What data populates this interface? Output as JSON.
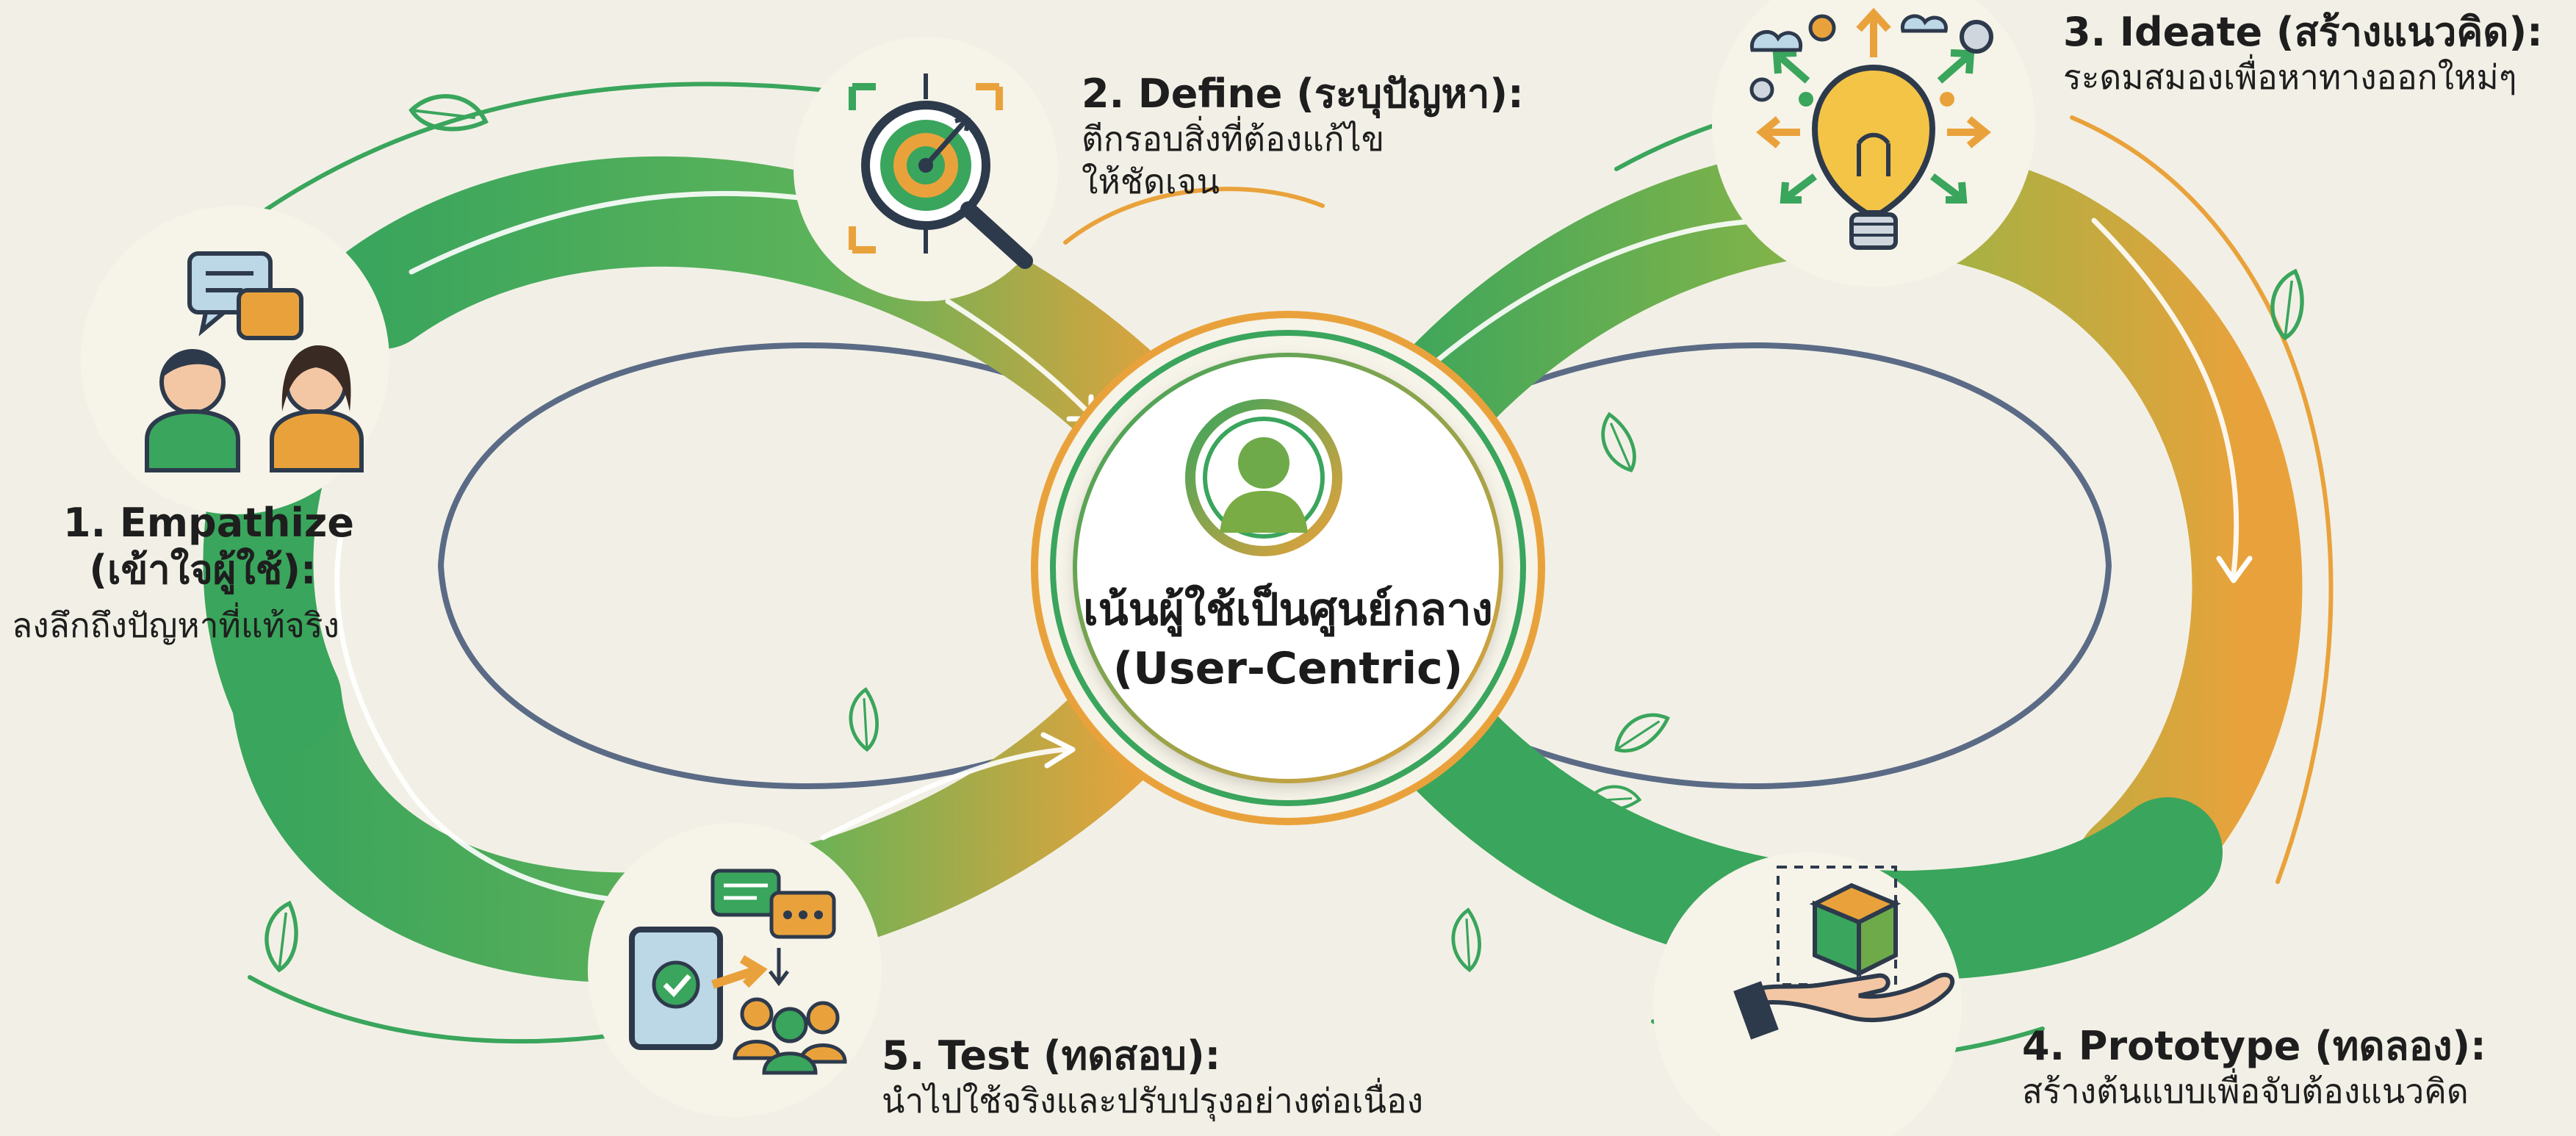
{
  "center": {
    "label_th": "เน้นผู้ใช้เป็นศูนย์กลาง",
    "label_en": "(User-Centric)"
  },
  "steps": [
    {
      "title": "1. Empathize",
      "title2": "(เข้าใจผู้ใช้):",
      "desc": "ลงลึกถึงปัญหาที่แท้จริง",
      "icon": "two-people-chat-icon"
    },
    {
      "title": "2. Define (ระบุปัญหา):",
      "desc1": "ตีกรอบสิ่งที่ต้องแก้ไข",
      "desc2": "ให้ชัดเจน",
      "icon": "target-magnifier-icon"
    },
    {
      "title": "3. Ideate (สร้างแนวคิด):",
      "desc": "ระดมสมองเพื่อหาทางออกใหม่ๆ",
      "icon": "lightbulb-ideas-icon"
    },
    {
      "title": "4. Prototype (ทดลอง):",
      "desc": "สร้างต้นแบบเพื่อจับต้องแนวคิด",
      "icon": "hand-box-icon"
    },
    {
      "title": "5. Test (ทดสอบ):",
      "desc": "นำไปใช้จริงและปรับปรุงอย่างต่อเนื่อง",
      "icon": "tablet-feedback-icon"
    }
  ],
  "colors": {
    "green": "#3aa55c",
    "orange": "#e9a23b",
    "navy": "#2e3e55",
    "background": "#f2f0e6"
  }
}
